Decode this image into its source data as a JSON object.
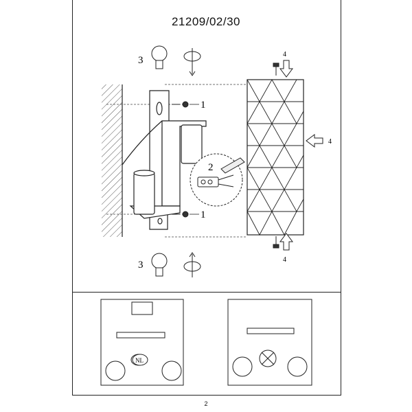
{
  "document": {
    "model_code": "21209/02/30",
    "page_number": "2"
  },
  "main_diagram": {
    "callouts": {
      "step_1_top": "1",
      "step_1_bottom": "1",
      "step_2": "2",
      "step_3_top": "3",
      "step_3_bottom": "3",
      "step_4_top": "4",
      "step_4_right": "4",
      "step_4_bottom": "4"
    }
  },
  "detail_left": {
    "badge": "NL"
  }
}
